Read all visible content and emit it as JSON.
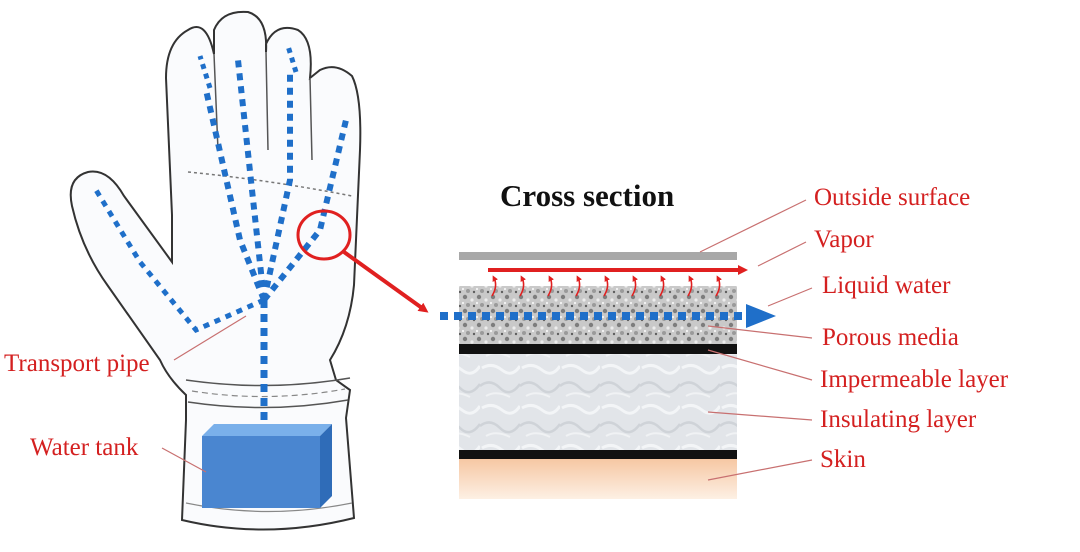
{
  "title": "Cross section",
  "labels": {
    "outside_surface": "Outside surface",
    "vapor": "Vapor",
    "liquid_water": "Liquid water",
    "porous_media": "Porous media",
    "impermeable_layer": "Impermeable layer",
    "insulating_layer": "Insulating layer",
    "skin": "Skin",
    "transport_pipe": "Transport pipe",
    "water_tank": "Water tank"
  },
  "colors": {
    "label_red": "#d42020",
    "pipe_blue": "#1f6fc9",
    "tank_blue": "#4a86d0",
    "skin": "#f7cfb0",
    "outside_surface": "#a8a8a8",
    "impermeable": "#111111"
  }
}
